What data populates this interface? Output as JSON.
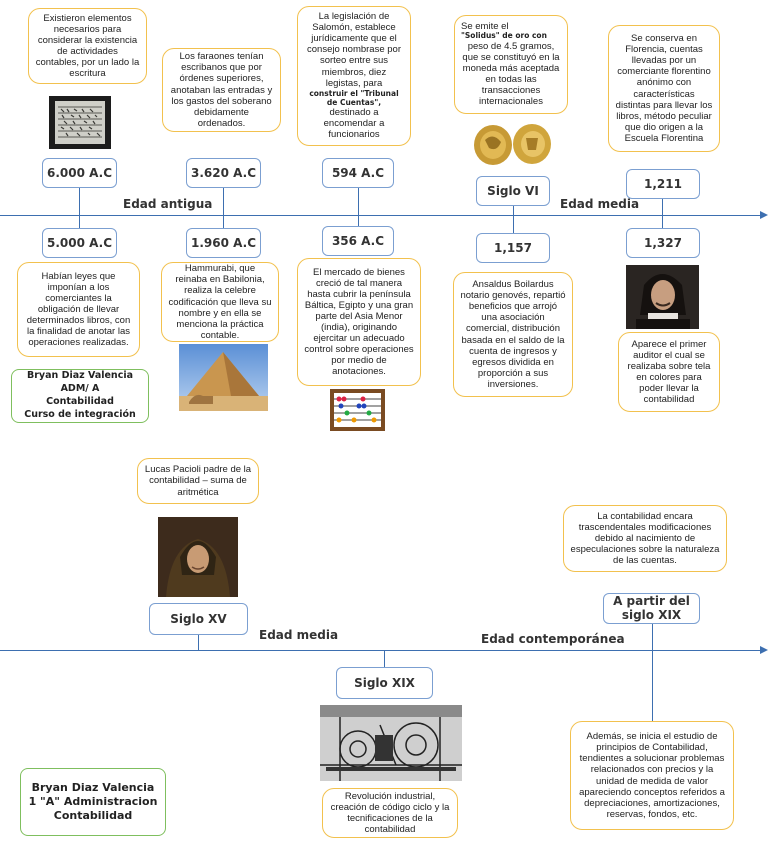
{
  "upper": {
    "eras": {
      "antigua": "Edad antigua",
      "media": "Edad media"
    },
    "dates": {
      "d6000": "6.000 A.C",
      "d3620": "3.620 A.C",
      "d594": "594 A.C",
      "siglo6": "Siglo VI",
      "d1211": "1,211",
      "d5000": "5.000 A.C",
      "d1960": "1.960 A.C",
      "d356": "356 A.C",
      "d1157": "1,157",
      "d1327": "1,327"
    },
    "notes": {
      "n6000": "Existieron elementos necesarios para considerar la existencia de actividades contables, por un lado la escritura",
      "n3620": "Los faraones tenían escribanos que por órdenes superiores, anotaban las entradas y los gastos del soberano debidamente ordenados.",
      "n594_a": "La legislación de Salomón, establece jurídicamente que el consejo nombrase por sorteo entre sus miembros, diez legistas, para",
      "n594_b": "construir el \"Tribunal de Cuentas\",",
      "n594_c": "destinado a encomendar a funcionarios",
      "nsiglo6_a": "Se emite el",
      "nsiglo6_b": "\"Solidus\" de oro con",
      "nsiglo6_c": "peso de 4.5 gramos, que se constituyó en la moneda más aceptada en todas las transacciones internacionales",
      "n1211": "Se conserva en Florencia, cuentas llevadas por un comerciante florentino anónimo con características distintas para llevar los libros, método peculiar que dio origen a la Escuela Florentina",
      "n5000": "Habían leyes que imponían a los comerciantes la obligación de llevar determinados libros, con la finalidad de anotar las operaciones realizadas.",
      "n1960": "Hammurabi, que reinaba en Babilonia, realiza la celebre codificación que lleva su nombre y en ella se menciona la práctica contable.",
      "n356": "El mercado de bienes creció de tal manera hasta cubrir la península Báltica, Egipto y una gran parte del Asia Menor (india), originando ejercitar un adecuado control sobre operaciones por medio de anotaciones.",
      "n1157": "Ansaldus Boilardus notario genovés, repartió beneficios que arrojó una asociación comercial, distribución basada en el saldo de la cuenta de ingresos y egresos dividida en proporción a sus inversiones.",
      "n1327": "Aparece el primer auditor el cual se realizaba sobre tela en colores para poder llevar la contabilidad"
    },
    "author": [
      "Bryan Diaz Valencia",
      "ADM/ A",
      "Contabilidad",
      "Curso de integración"
    ]
  },
  "lower": {
    "eras": {
      "media": "Edad media",
      "contemporanea": "Edad contemporánea"
    },
    "dates": {
      "siglo15": "Siglo XV",
      "siglo19": "Siglo XIX",
      "siglo19b_1": "A partir del",
      "siglo19b_2": "siglo XIX"
    },
    "notes": {
      "pacioli": "Lucas Pacioli padre de la contabilidad – suma de aritmética",
      "revolucion": "Revolución industrial, creación de código ciclo y la tecnificaciones de la contabilidad",
      "encara": "La contabilidad encara trascendentales modificaciones debido al nacimiento de especulaciones sobre la naturaleza de las cuentas.",
      "principios": "Además, se inicia el estudio de principios de Contabilidad, tendientes a solucionar problemas relacionados con precios y la unidad de medida de valor apareciendo conceptos referidos a depreciaciones, amortizaciones, reservas, fondos, etc."
    },
    "author": [
      "Bryan Diaz Valencia",
      "1 \"A\" Administracion",
      "Contabilidad"
    ]
  },
  "colors": {
    "timeline": "#3d6fb0",
    "date_border": "#7b9fd1",
    "note_border": "#f2c14e",
    "author_border": "#7fbf5e"
  }
}
